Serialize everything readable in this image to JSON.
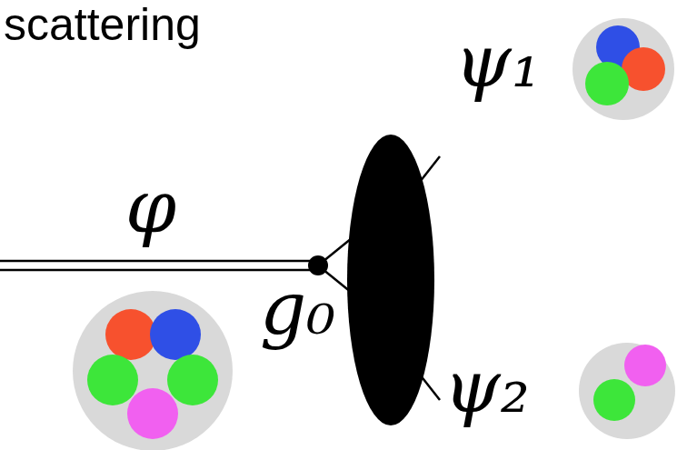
{
  "diagram": {
    "labels": [
      "scattering",
      "φ",
      "g₀",
      "ψ₁",
      "ψ₂"
    ]
  }
}
